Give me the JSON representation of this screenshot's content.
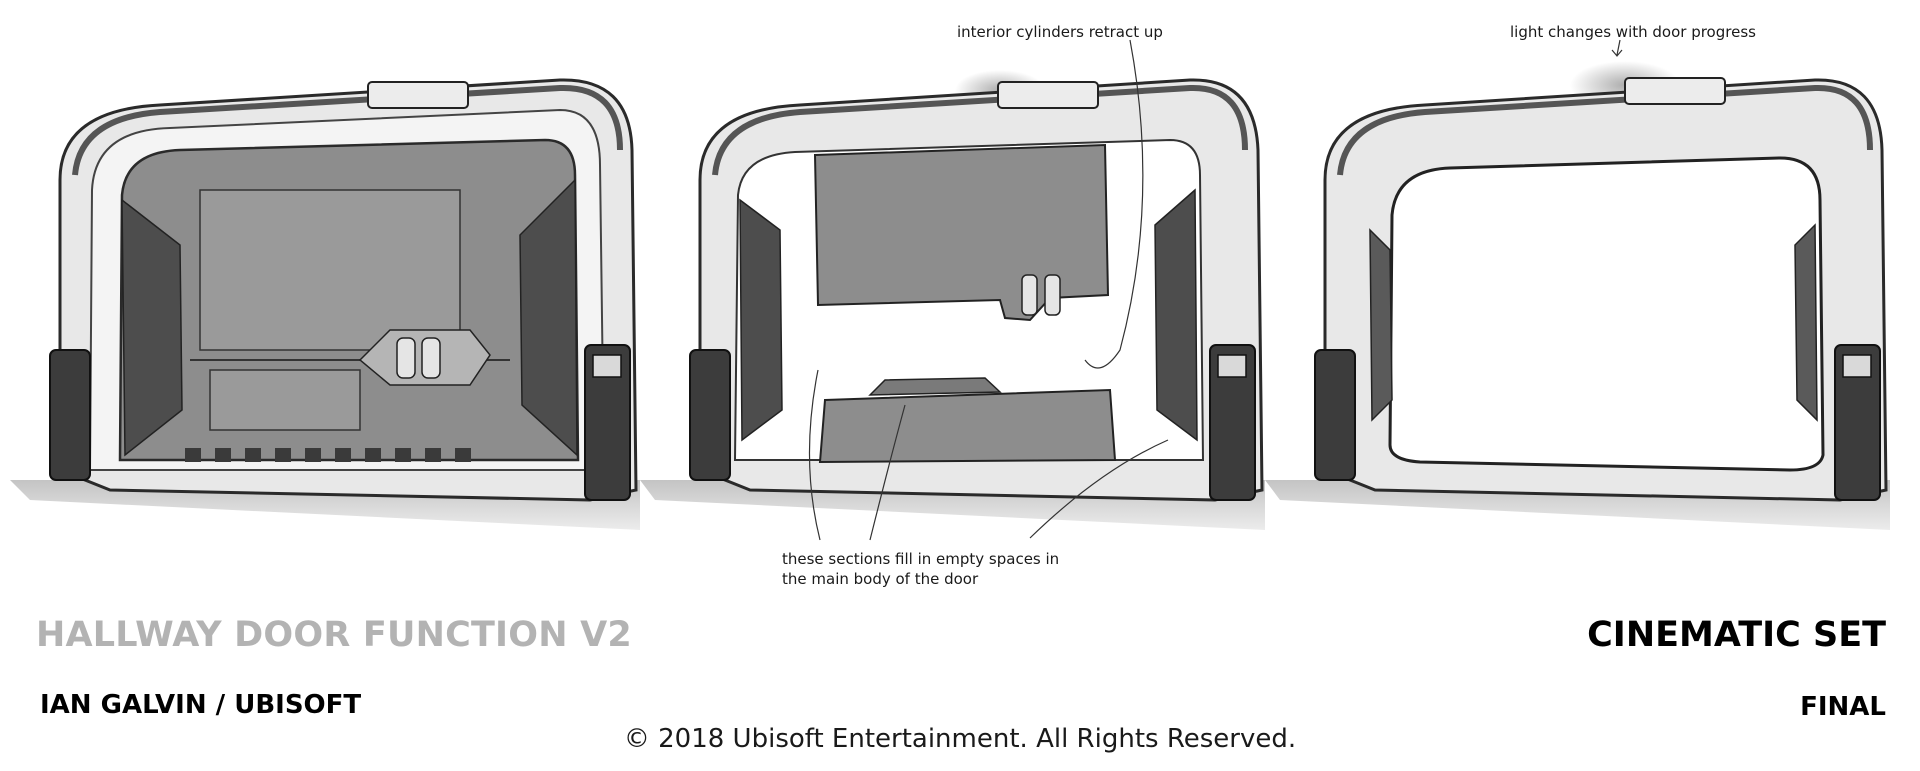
{
  "annotations": {
    "interior_cylinders": "interior cylinders retract up",
    "light_changes": "light changes with door progress",
    "sections_fill_line1": "these sections fill in empty spaces in",
    "sections_fill_line2": "the main body of the door"
  },
  "footer": {
    "title": "HALLWAY DOOR FUNCTION V2",
    "set": "CINEMATIC SET",
    "author": "IAN GALVIN / UBISOFT",
    "status": "FINAL",
    "copyright": "© 2018 Ubisoft Entertainment. All Rights Reserved."
  },
  "colors": {
    "frame": "#e6e6e6",
    "frame_outline": "#2a2a2a",
    "panel": "#8d8d8d",
    "panel_dark": "#4d4d4d",
    "floor": "#cfcfcf",
    "title_grey": "#b3b3b3"
  }
}
